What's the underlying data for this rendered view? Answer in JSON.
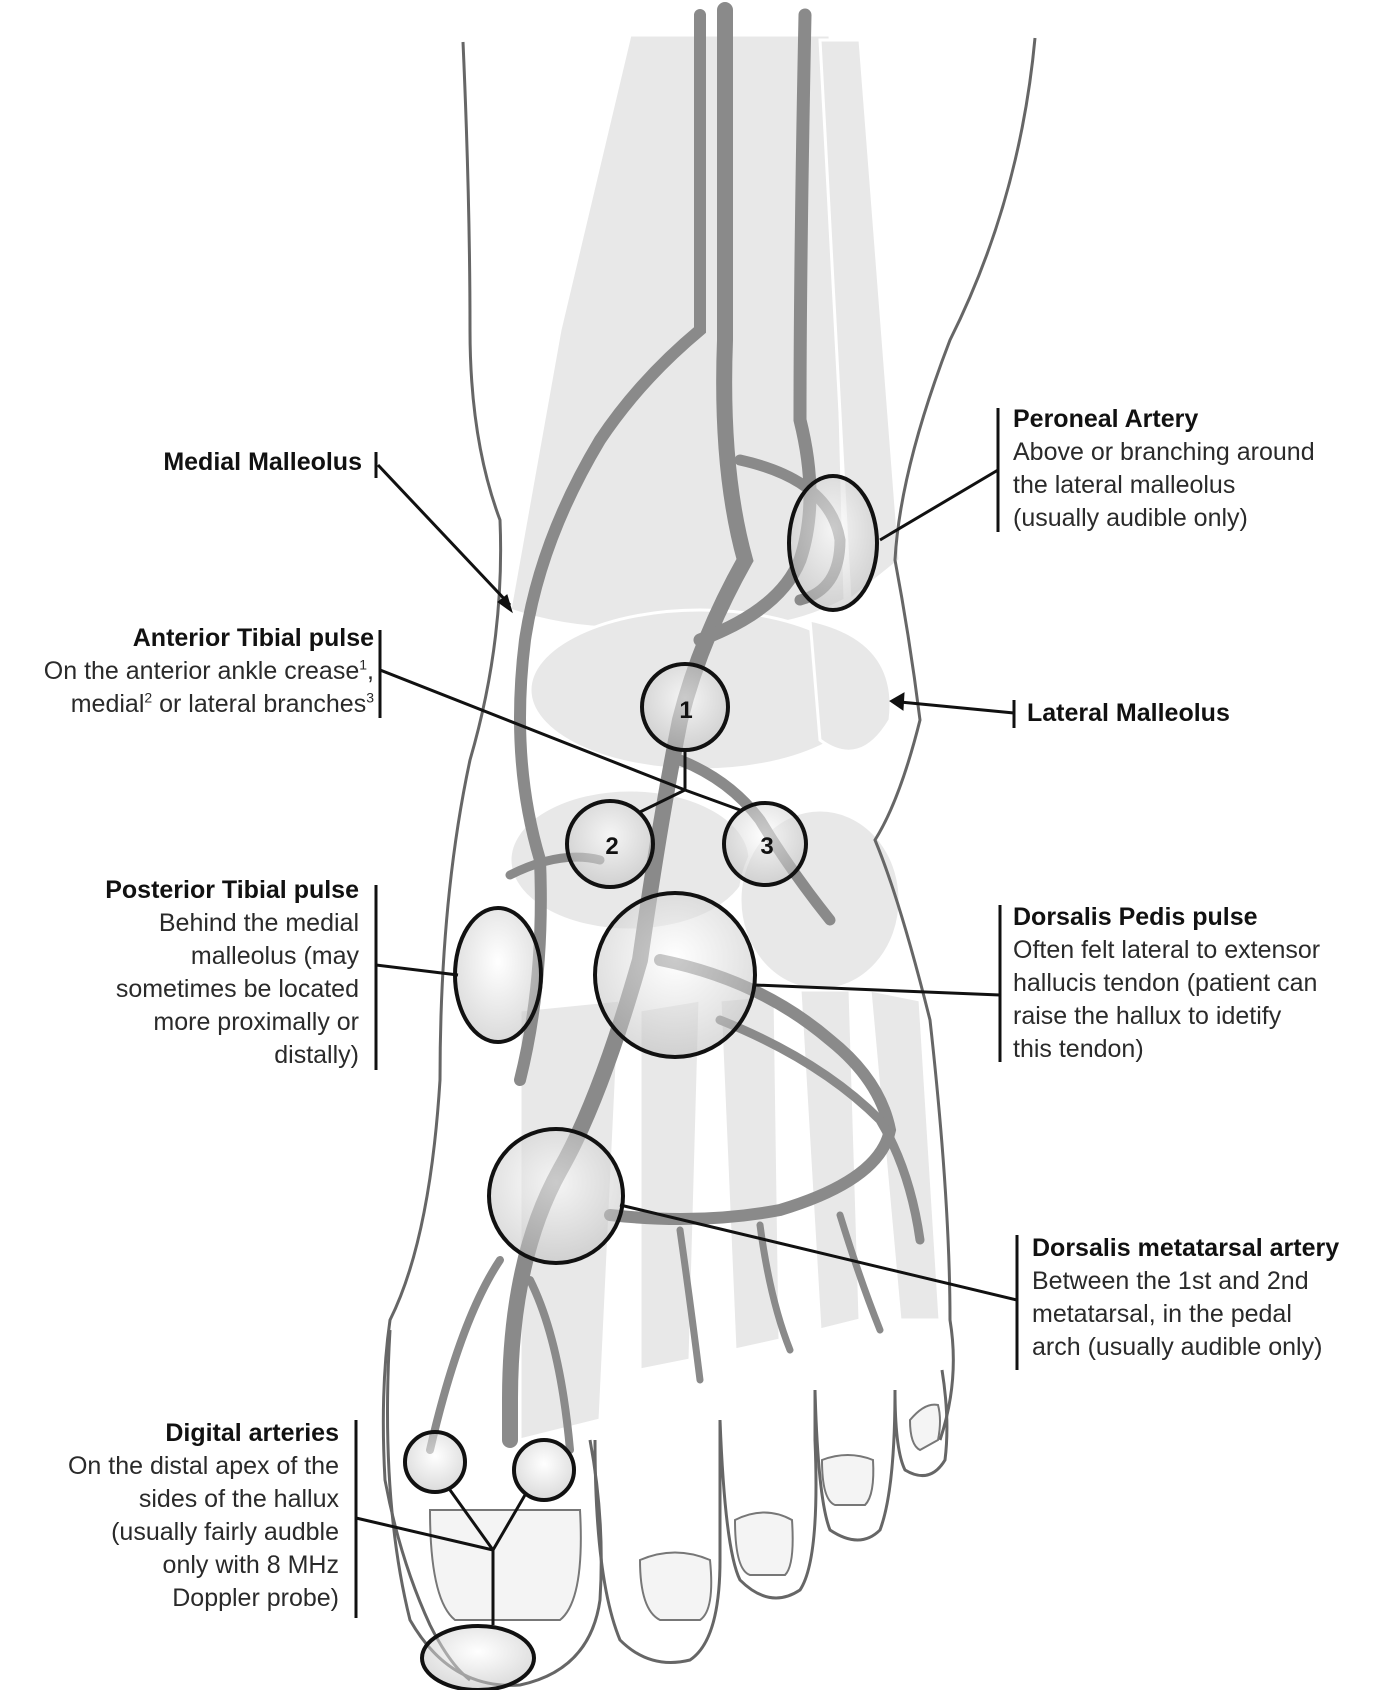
{
  "labels": {
    "medial_malleolus": {
      "title": "Medial Malleolus"
    },
    "anterior_tibial": {
      "title": "Anterior Tibial pulse",
      "line1": "On the anterior ankle crease",
      "sup1": "1",
      "line1_end": ",",
      "line2_a": "medial",
      "sup2": "2",
      "line2_b": " or lateral branches",
      "sup3": "3"
    },
    "posterior_tibial": {
      "title": "Posterior Tibial pulse",
      "lines": [
        "Behind the medial",
        "malleolus (may",
        "sometimes be located",
        "more proximally or",
        "distally)"
      ]
    },
    "digital_arteries": {
      "title": "Digital arteries",
      "lines": [
        "On the distal apex of the",
        "sides of the hallux",
        "(usually fairly audble",
        "only with 8 MHz",
        "Doppler probe)"
      ]
    },
    "peroneal_artery": {
      "title": "Peroneal Artery",
      "lines": [
        "Above or branching around",
        "the lateral malleolus",
        "(usually audible only)"
      ]
    },
    "lateral_malleolus": {
      "title": "Lateral Malleolus"
    },
    "dorsalis_pedis": {
      "title": "Dorsalis Pedis pulse",
      "lines": [
        "Often felt lateral to extensor",
        "hallucis tendon (patient can",
        "raise the hallux to idetify",
        "this tendon)"
      ]
    },
    "dorsalis_metatarsal": {
      "title": "Dorsalis metatarsal artery",
      "lines": [
        "Between the 1st and 2nd",
        "metatarsal, in the pedal",
        "arch (usually audible only)"
      ]
    }
  },
  "markers": {
    "m1": "1",
    "m2": "2",
    "m3": "3"
  },
  "colors": {
    "artery": "#8a8a8a",
    "bone": "#e6e6e6",
    "outline": "#555555",
    "leader": "#111111"
  }
}
